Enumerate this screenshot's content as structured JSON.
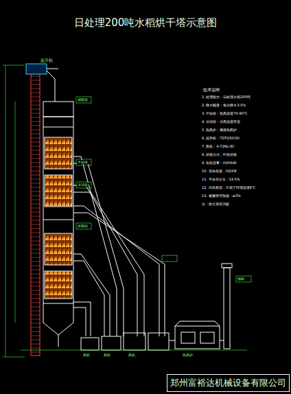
{
  "diagram": {
    "title": "日处理200吨水稻烘干塔示意图",
    "nodes": [
      {
        "text": [
          "郑州富裕达机械设备有限公司"
        ]
      }
    ],
    "labels": [
      "提升机",
      "储粮段",
      "干燥段",
      "冷却段",
      "排粮段",
      "风机",
      "风机",
      "风机",
      "热风炉",
      "烟囱",
      "技术说明",
      "1. 处理能力：日处理水稻200吨",
      "2. 降水幅度：每次降水3-5%",
      "3. 干燥段：热风温度70-90℃",
      "4. 冷却段：冷风温度常温",
      "5. 热风炉：燃煤热风炉",
      "6. 提升机：TDTG50/30",
      "7. 风机：4-72No.8C",
      "8. 排粮方式：叶轮排粮",
      "9. 装机容量：约60kW",
      "10. 塔体高度：约33米",
      "11. 干燥后水分：14.5%",
      "12. 出机粮温：不高于环境温度8℃",
      "13. 爆腰率增加值：≤3%",
      "注：除尘系统另配"
    ]
  }
}
